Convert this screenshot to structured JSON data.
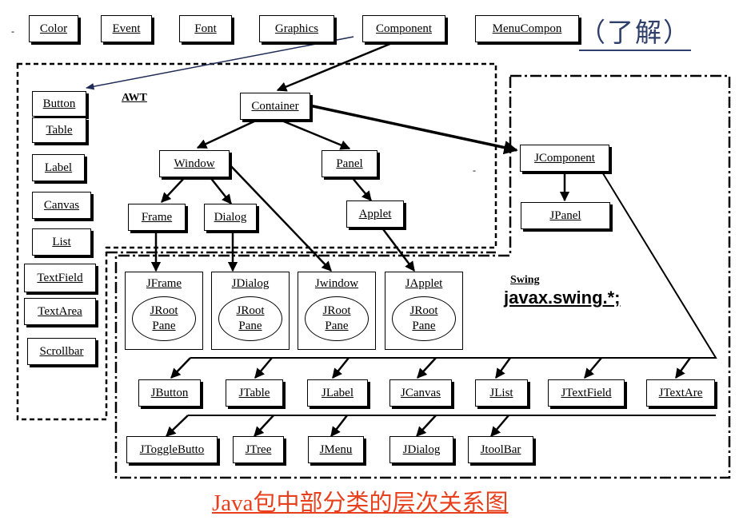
{
  "top_classes": [
    "Color",
    "Event",
    "Font",
    "Graphics",
    "Component",
    "MenuCompon"
  ],
  "note": "（了解）",
  "awt_label": "AWT",
  "awt_components": [
    "Button",
    "Table",
    "Label",
    "Canvas",
    "List",
    "TextField",
    "TextArea",
    "Scrollbar"
  ],
  "hierarchy": {
    "container": "Container",
    "window": "Window",
    "panel": "Panel",
    "frame": "Frame",
    "dialog": "Dialog",
    "applet": "Applet",
    "jcomponent": "JComponent",
    "jpanel": "JPanel"
  },
  "swing_label": "Swing",
  "swing_package": "javax.swing.*;",
  "toplevel": [
    {
      "name": "JFrame",
      "pane": "JRoot Pane"
    },
    {
      "name": "JDialog",
      "pane": "JRoot Pane"
    },
    {
      "name": "Jwindow",
      "pane": "JRoot Pane"
    },
    {
      "name": "JApplet",
      "pane": "JRoot Pane"
    }
  ],
  "swing_row1": [
    "JButton",
    "JTable",
    "JLabel",
    "JCanvas",
    "JList",
    "JTextField",
    "JTextAre"
  ],
  "swing_row2": [
    "JToggleButto",
    "JTree",
    "JMenu",
    "JDialog",
    "JtoolBar"
  ],
  "caption": "Java包中部分类的层次关系图"
}
